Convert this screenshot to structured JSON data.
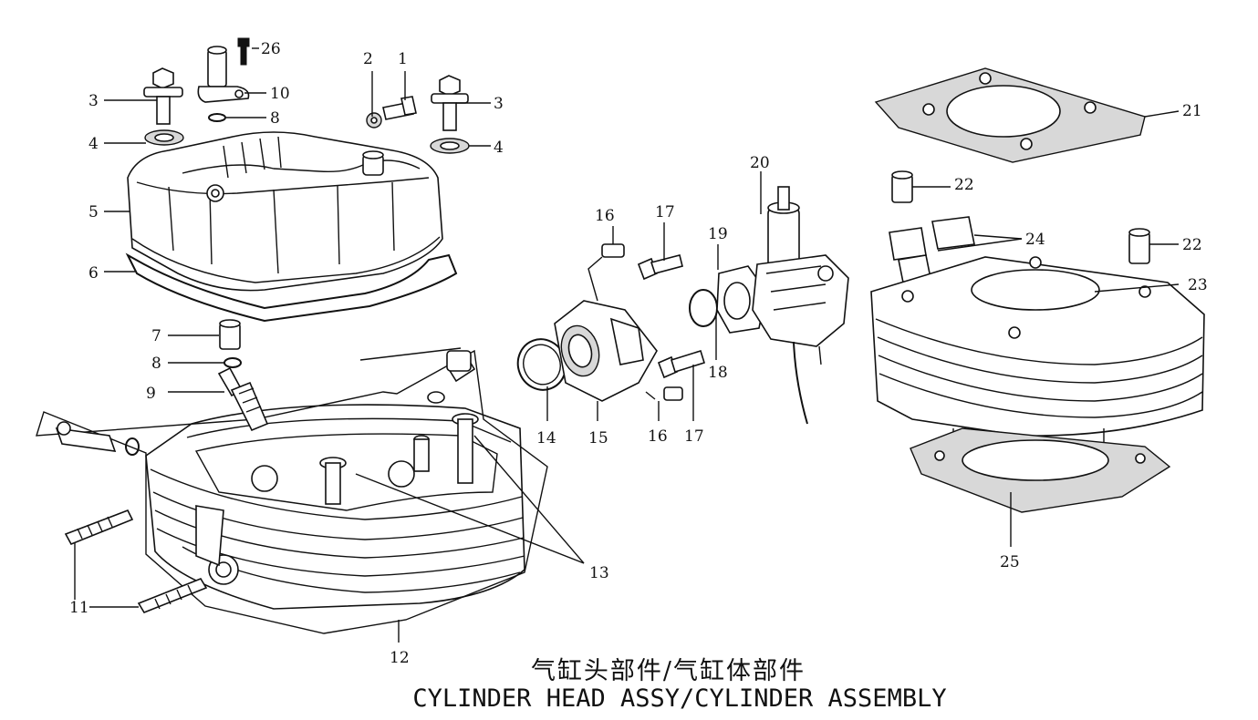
{
  "title_cn": "气缸头部件/气缸体部件",
  "title_en": "CYLINDER HEAD ASSY/CYLINDER ASSEMBLY",
  "callouts": {
    "c26": "26",
    "c10": "10",
    "c2": "2",
    "c1": "1",
    "c3a": "3",
    "c3b": "3",
    "c8a": "8",
    "c4a": "4",
    "c4b": "4",
    "c5": "5",
    "c6": "6",
    "c7": "7",
    "c8b": "8",
    "c9": "9",
    "c11": "11",
    "c12": "12",
    "c13": "13",
    "c14": "14",
    "c15": "15",
    "c16a": "16",
    "c16b": "16",
    "c17a": "17",
    "c17b": "17",
    "c18": "18",
    "c19": "19",
    "c20": "20",
    "c21": "21",
    "c22a": "22",
    "c22b": "22",
    "c23": "23",
    "c24": "24",
    "c25": "25"
  }
}
